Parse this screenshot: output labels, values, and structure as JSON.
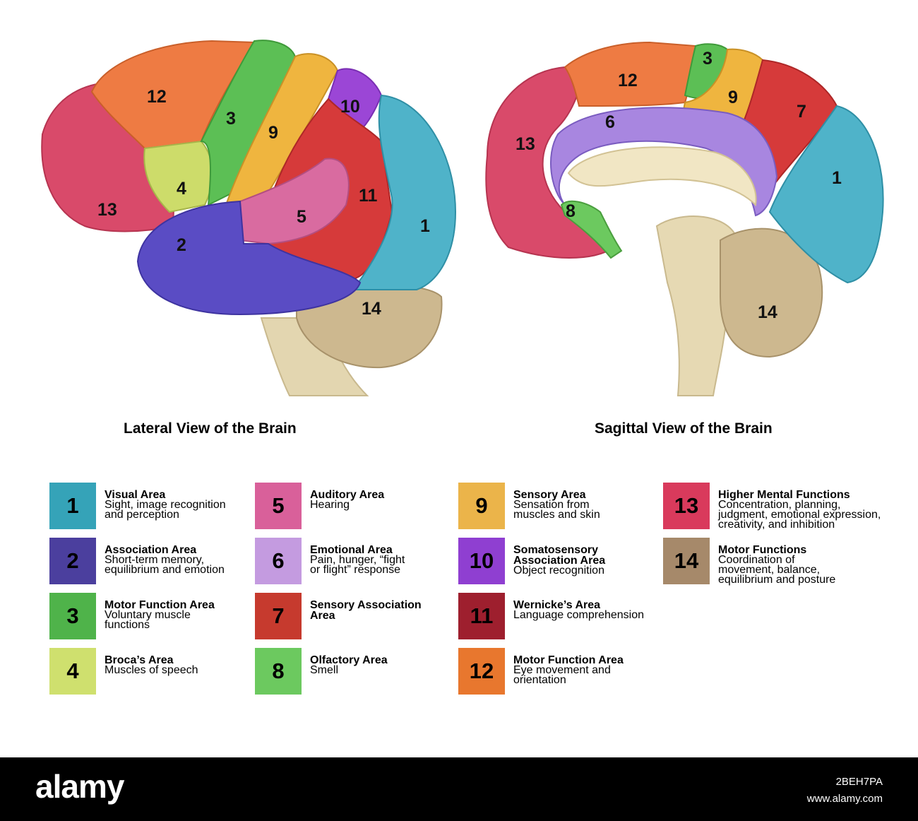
{
  "views": {
    "lateral": {
      "title": "Lateral View of the Brain",
      "region_labels": [
        "12",
        "3",
        "9",
        "10",
        "4",
        "13",
        "11",
        "5",
        "2",
        "1",
        "14"
      ]
    },
    "sagittal": {
      "title": "Sagittal View of the Brain",
      "region_labels": [
        "12",
        "3",
        "9",
        "6",
        "7",
        "13",
        "1",
        "8",
        "14"
      ]
    }
  },
  "legend": [
    {
      "num": "1",
      "color": "#35a3b8",
      "name": "Visual Area",
      "desc": "Sight, image recognition\nand perception"
    },
    {
      "num": "2",
      "color": "#4b3f9e",
      "name": "Association Area",
      "desc": "Short-term memory,\nequilibrium and emotion"
    },
    {
      "num": "3",
      "color": "#4fb34a",
      "name": "Motor Function Area",
      "desc": "Voluntary muscle\nfunctions"
    },
    {
      "num": "4",
      "color": "#cfe06e",
      "name": "Broca’s Area",
      "desc": "Muscles of speech"
    },
    {
      "num": "5",
      "color": "#d9609a",
      "name": "Auditory Area",
      "desc": "Hearing"
    },
    {
      "num": "6",
      "color": "#c49be0",
      "name": "Emotional Area",
      "desc": "Pain, hunger, “fight\nor flight” response"
    },
    {
      "num": "7",
      "color": "#c63a2e",
      "name": "Sensory Association\nArea",
      "desc": ""
    },
    {
      "num": "8",
      "color": "#6cc95f",
      "name": "Olfactory Area",
      "desc": "Smell"
    },
    {
      "num": "9",
      "color": "#ebb44a",
      "name": "Sensory Area",
      "desc": "Sensation from\nmuscles and skin"
    },
    {
      "num": "10",
      "color": "#8f3fd1",
      "name": "Somatosensory\nAssociation Area",
      "desc": "Object recognition"
    },
    {
      "num": "11",
      "color": "#9e1f2e",
      "name": "Wernicke’s Area",
      "desc": "Language comprehension"
    },
    {
      "num": "12",
      "color": "#e8772e",
      "name": "Motor Function Area",
      "desc": "Eye movement and\norientation"
    },
    {
      "num": "13",
      "color": "#d93a5c",
      "name": "Higher Mental Functions",
      "desc": "Concentration, planning,\njudgment, emotional expression,\ncreativity, and inhibition"
    },
    {
      "num": "14",
      "color": "#a6896a",
      "name": "Motor Functions",
      "desc": "Coordination of\nmovement, balance,\nequilibrium and posture"
    }
  ],
  "footer": {
    "logo": "alamy",
    "image_id": "2BEH7PA",
    "url": "www.alamy.com"
  }
}
